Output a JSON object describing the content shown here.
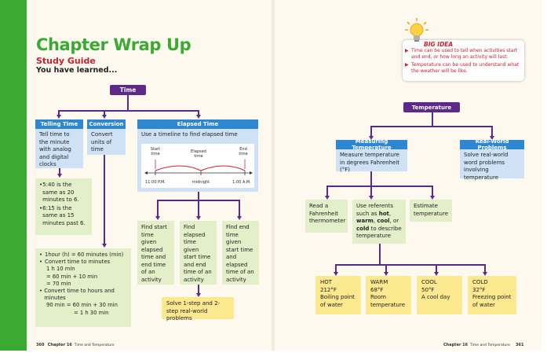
{
  "page": {
    "title": "Chapter Wrap Up",
    "study_guide": "Study Guide",
    "learned": "You have learned..."
  },
  "big_idea": {
    "label": "BIG IDEA",
    "items": [
      "Time can be used to tell when activities start and end, or how long an activity will last.",
      "Temperature can be used to understand what the weather will be like."
    ]
  },
  "time": {
    "header": "Time",
    "telling_time": {
      "header": "Telling Time",
      "text": "Tell time to the minute with analog and digital clocks",
      "examples": [
        "5:40 is the same as 20 minutes to 6.",
        "6:15 is the same as 15 minutes past 6."
      ]
    },
    "conversion": {
      "header": "Conversion",
      "text": "Convert units of time",
      "list": [
        "1hour (h)  =  60 minutes (min)",
        "Convert time to minutes",
        "1 h 10 min",
        "=  60 min  +  10 min",
        "=  70 min",
        "Convert time to hours and minutes",
        "90 min  =  60 min  +  30 min",
        "=  1 h 30 min"
      ]
    },
    "elapsed": {
      "header": "Elapsed Time",
      "text": "Use a timeline to find elapsed time",
      "timeline": {
        "start": "Start time",
        "elapsed": "Elapsed time",
        "end": "End time",
        "t1": "11:00 P.M.",
        "t2": "midnight",
        "t3": "1:00 A.M."
      },
      "find": [
        "Find start time given elapsed time and end time of an activity",
        "Find elapsed time given start time and end time of an activity",
        "Find end time given start time and elapsed time of an activity"
      ],
      "solve": "Solve 1-step and 2-step real-world problems"
    }
  },
  "temperature": {
    "header": "Temperature",
    "measuring": {
      "header": "Measuring Temperature",
      "text": "Measure temperature in degrees Fahrenheit (°F)"
    },
    "real_world": {
      "header": "Real-World Problems",
      "text": "Solve real-world word problems involving temperature"
    },
    "read": "Read a Fahrenheit thermometer",
    "referents": "Use referents such as hot, warm, cool, or cold to describe temperature",
    "estimate": "Estimate temperature",
    "levels": [
      {
        "name": "HOT",
        "temp": "212°F",
        "desc": "Boiling point of water"
      },
      {
        "name": "WARM",
        "temp": "68°F",
        "desc": "Room temperature"
      },
      {
        "name": "COOL",
        "temp": "50°F",
        "desc": "A cool day"
      },
      {
        "name": "COLD",
        "temp": "32°F",
        "desc": "Freezing point of water"
      }
    ]
  },
  "footer": {
    "left_page": "360",
    "left_chapter": "Chapter 16",
    "left_topic": "Time and Temperature",
    "right_chapter": "Chapter 16",
    "right_topic": "Time and Temperature",
    "right_page": "361"
  },
  "colors": {
    "green": "#3aaa35",
    "purple": "#5e2a8a",
    "blue": "#2f87d1",
    "red": "#d11f2e",
    "yellow": "#fbe88f"
  }
}
